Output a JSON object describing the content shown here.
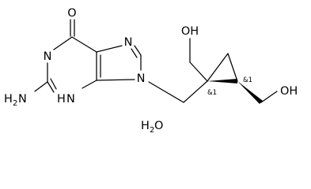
{
  "structure": {
    "atoms": {
      "o_carbonyl": "O",
      "n_ring_top": "N",
      "n_imidazole": "N",
      "h2n_h": "H",
      "h2n_n": "N",
      "hn_h": "H",
      "hn_n": "N",
      "n9": "N",
      "oh_upper": "OH",
      "oh_lower": "OH"
    },
    "stereo_labels": {
      "quaternary": "&1",
      "methine": "&1"
    },
    "salt": {
      "h": "H",
      "subscript": "2",
      "o": "O"
    }
  }
}
